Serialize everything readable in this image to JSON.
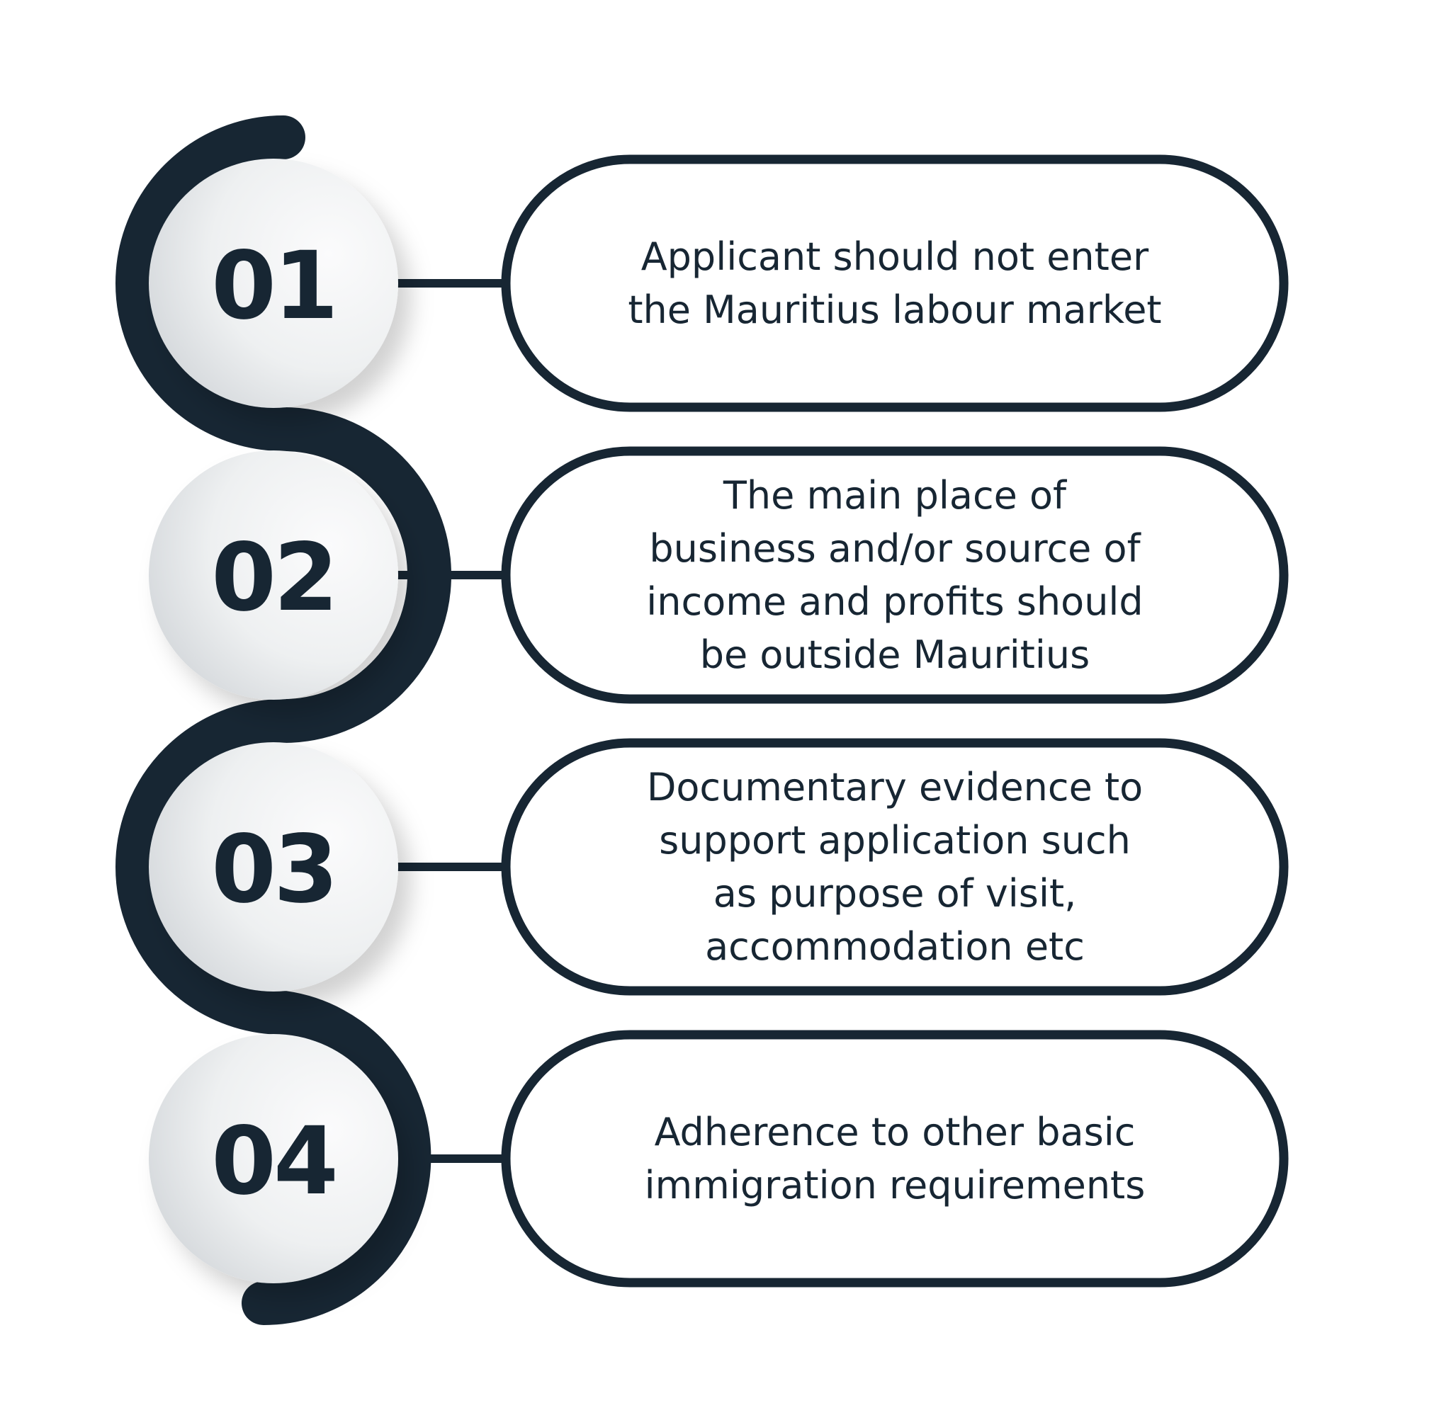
{
  "colors": {
    "ink": "#172633",
    "circle_light": "#f4f5f6",
    "circle_dark": "#d7dadd",
    "background": "#ffffff"
  },
  "steps": [
    {
      "number": "01",
      "text": "Applicant should not enter\nthe Mauritius labour market"
    },
    {
      "number": "02",
      "text": "The main place of\nbusiness and/or source of\nincome and profits should\nbe outside Mauritius"
    },
    {
      "number": "03",
      "text": "Documentary evidence to\nsupport application such\nas purpose of visit,\naccommodation etc"
    },
    {
      "number": "04",
      "text": "Adherence to other basic\nimmigration requirements"
    }
  ]
}
